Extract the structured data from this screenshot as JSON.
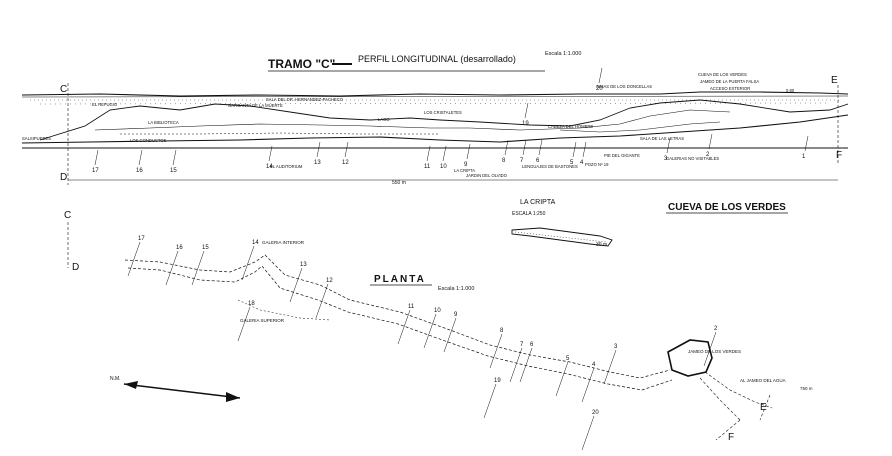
{
  "profile": {
    "title_main": "TRAMO \"C\"",
    "title_rest": "PERFIL LONGITUDINAL (desarrollado)",
    "scale": "Escala 1:1.000",
    "length": "550 m",
    "corners": {
      "c": "C",
      "d": "D",
      "e": "E",
      "f": "F"
    },
    "upper_labels": [
      "EL REFUGIO",
      "LA BIBLIOTECA",
      "GARGANTA DE LA MUERTE",
      "SALA DEL DR. HERNANDEZ-PACHECO",
      "LAGO",
      "LOS CRISTALETES",
      "CABEZA DEL HOMBRE",
      "SIMAS DE LOS DONCELLAS",
      "CUEVA DE LOS VERDES",
      "JAMEO DE LA PUERTA FALSA",
      "ACCESO EXTERIOR",
      "0.80"
    ],
    "lower_labels": [
      "SALSIPUEDES",
      "LOS CONDUCTOS",
      "EL AUDITORIUM",
      "LA CRIPTA",
      "JARDIN DEL OLVIDO",
      "LENGUAJES DE BASTONES",
      "POZO Nº 19",
      "PIE DEL GIGANTE",
      "SALA DE LAS LETRAS",
      "GALERIAS NO VISITABLES"
    ],
    "stations": [
      "17",
      "16",
      "15",
      "14",
      "13",
      "12",
      "11",
      "10",
      "9",
      "8",
      "7",
      "6",
      "5",
      "4",
      "3",
      "2",
      "1",
      "19",
      "20"
    ]
  },
  "cripta": {
    "title": "LA CRIPTA",
    "scale": "ESCALA 1:250",
    "depth": "30 m"
  },
  "cave_name": "CUEVA DE LOS VERDES",
  "plan": {
    "title": "PLANTA",
    "scale": "Escala 1:1.000",
    "corners": {
      "c": "C",
      "d": "D",
      "e": "E",
      "f": "F"
    },
    "labels": [
      "GALERIA INTERIOR",
      "GALERIA SUPERIOR",
      "JAMEO DE LOS VERDES",
      "AL JAMEO DEL AGUA",
      "750 m"
    ],
    "stations": [
      "17",
      "16",
      "15",
      "14",
      "13",
      "12",
      "18",
      "11",
      "10",
      "9",
      "8",
      "7",
      "6",
      "5",
      "4",
      "3",
      "2",
      "19",
      "20"
    ],
    "north": "N.M."
  }
}
